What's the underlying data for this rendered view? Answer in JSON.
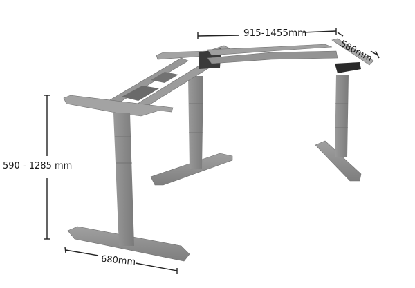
{
  "product": {
    "subject": "L-shaped three-leg electric height-adjustable desk frame",
    "finish_color": "#8e8e8e",
    "control_panel_color": "#2a2a2a"
  },
  "dimensions": {
    "width": "915-1455mm",
    "depth": "580mm",
    "height": "590 - 1285 mm",
    "foot_length": "680mm"
  }
}
